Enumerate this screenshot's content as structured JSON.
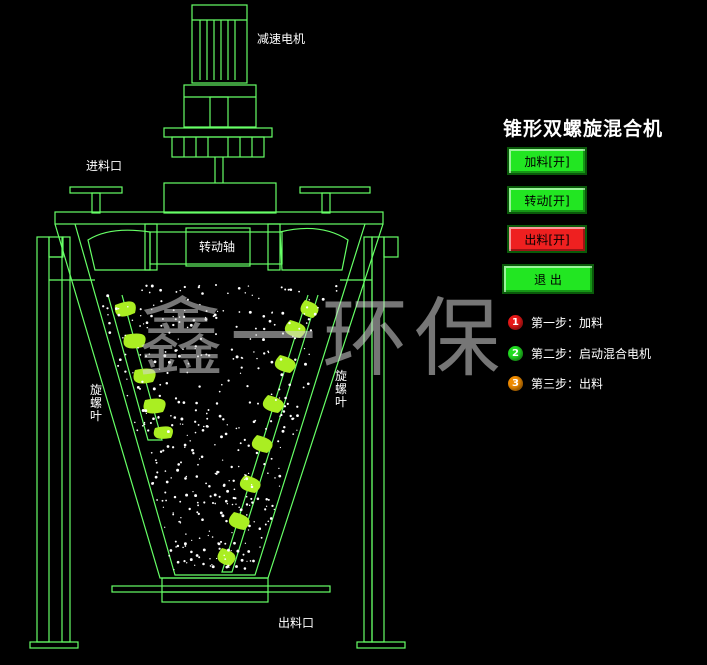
{
  "labels": {
    "motor": "减速电机",
    "inlet": "进料口",
    "shaft": "转动轴",
    "blade_left": "旋螺叶",
    "blade_right": "旋螺叶",
    "outlet": "出料口"
  },
  "panel": {
    "title": "锥形双螺旋混合机",
    "buttons": {
      "feed": "加料[开]",
      "rotate": "转动[开]",
      "discharge": "出料[开]",
      "exit": "退 出"
    },
    "steps": [
      {
        "num": "1",
        "text": "第一步：加料",
        "color": "#e81818"
      },
      {
        "num": "2",
        "text": "第二步：启动混合电机",
        "color": "#22dd22"
      },
      {
        "num": "3",
        "text": "第三步：出料",
        "color": "#f08c00"
      }
    ]
  },
  "watermark": "鑫一环保",
  "colors": {
    "outline": "#66ff66",
    "screw": "#aaee22",
    "button_on": "#22e622",
    "button_alert": "#ee2020"
  }
}
